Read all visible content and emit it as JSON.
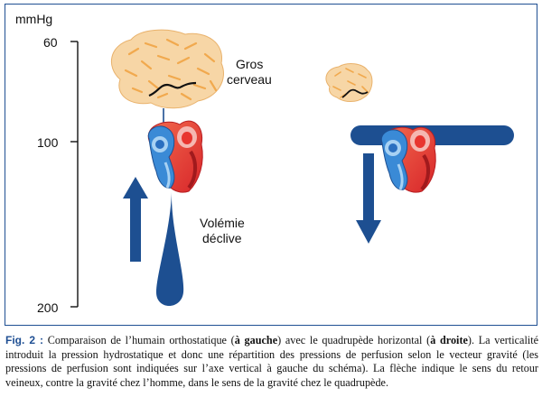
{
  "axis": {
    "unit": "mmHg",
    "ticks": [
      "60",
      "100",
      "200"
    ]
  },
  "labels": {
    "brain_line1": "Gros",
    "brain_line2": "cerveau",
    "volemia_line1": "Volémie",
    "volemia_line2": "déclive"
  },
  "caption": {
    "figure_label": "Fig. 2 :",
    "part1": " Comparaison de l’humain orthostatique (",
    "bold1": "à gauche",
    "part2": ") avec le quadrupède horizontal (",
    "bold2": "à droite",
    "part3": "). La verticalité introduit la pression hydrostatique et donc une répartition des pressions de perfusion selon le vecteur gravité (les pressions de perfusion sont indiquées sur l’axe vertical à gauche du schéma). La flèche indique le sens du retour veineux, contre la gravité chez l’homme, dans le sens de la gravité chez le quadrupède."
  },
  "colors": {
    "frame": "#1f4f93",
    "arrow_blue": "#1d4f91",
    "brain_fill": "#f7d6a6",
    "brain_streaks": "#f1a94e",
    "heart_red": "#e8352f",
    "heart_blue": "#2a6fc0"
  }
}
